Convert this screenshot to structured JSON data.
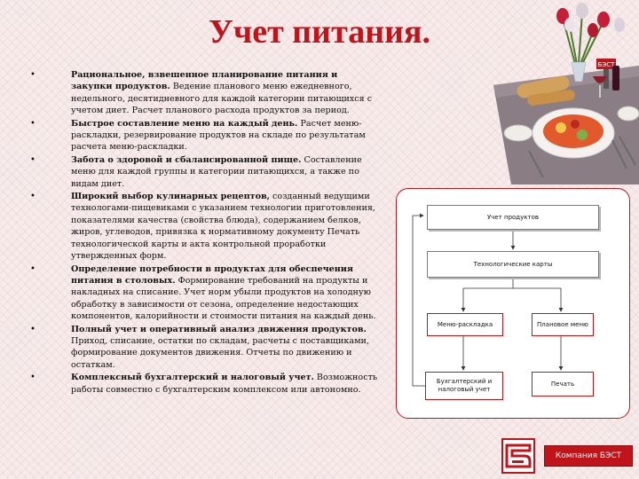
{
  "title": "Учет питания.",
  "bullets": [
    {
      "bold": "Рациональное, взвешенное планирование питания и закупки продуктов.",
      "text": " Ведение планового меню ежедневного, недельного, десятидневного для каждой категории питающихся с учетом диет. Расчет планового расхода продуктов за период."
    },
    {
      "bold": "Быстрое составление меню на каждый день.",
      "text": " Расчет меню-раскладки, резервирование продуктов на складе по результатам расчета меню-раскладки."
    },
    {
      "bold": "Забота о здоровой и сбалансированной пище.",
      "text": " Составление меню для каждой группы и категории питающихся, а также по видам диет."
    },
    {
      "bold": "Широкий выбор кулинарных рецептов,",
      "text": " созданный ведущими технологами-пищевиками с указанием технологии приготовления, показателями качества (свойства блюда), содержанием белков, жиров, углеводов, привязка к нормативному документу Печать технологической карты и акта контрольной проработки утвержденных форм."
    },
    {
      "bold": "Определение потребности в продуктах для обеспечения питания в столовых.",
      "text": " Формирование требований на продукты и накладных на списание. Учет норм убыли продуктов на холодную обработку в зависимости от сезона, определение недостающих компонентов, калорийности и стоимости питания на каждый день."
    },
    {
      "bold": "Полный учет и оперативный анализ движения продуктов.",
      "text": " Приход, списание, остатки по складам, расчеты с поставщиками, формирование документов движения. Отчеты по движению и остаткам."
    },
    {
      "bold": "Комплексный бухгалтерский и налоговый учет.",
      "text": " Возможность работы совместно с бухгалтерским комплексом или автономно."
    }
  ],
  "bullet_symbol": "•",
  "photo": {
    "sign_text": "БЭСТ"
  },
  "diagram": {
    "box_products": "Учет продуктов",
    "box_tech_cards": "Технологические карты",
    "box_menu_layout": "Меню-раскладка",
    "box_plan_menu": "Плановое меню",
    "box_accounting": "Бухгалтерский и налоговый учет",
    "box_print": "Печать"
  },
  "footer": {
    "company": "Компания БЭСТ"
  },
  "colors": {
    "accent": "#c0141b",
    "background": "#f6eaea"
  }
}
